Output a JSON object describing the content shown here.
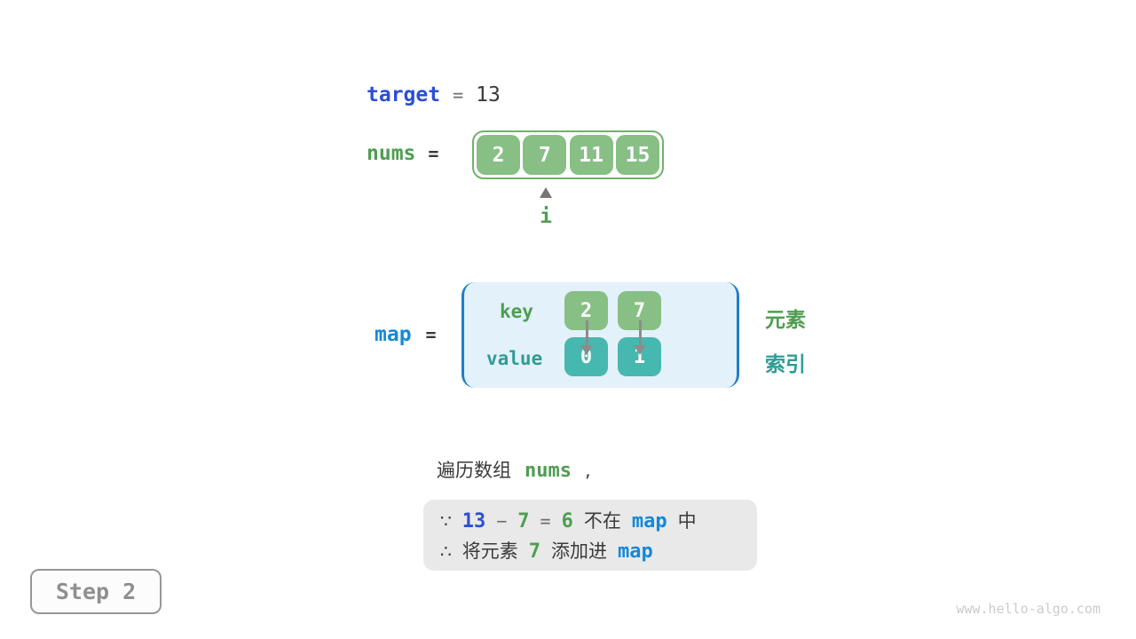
{
  "colors": {
    "target_blue": "#2b4fd4",
    "map_blue": "#1489d8",
    "green_text": "#4e9e50",
    "teal_text": "#2f9c95",
    "array_cell_green": "#87bf85",
    "array_border_green": "#72b06c",
    "value_cell_teal": "#47b8af",
    "map_panel_bg": "#e3f1fa",
    "map_bracket_blue": "#1d7fc9",
    "arrow_gray": "#8c8c8c",
    "text_dark": "#3a3a3a",
    "text_gray": "#6e6e6e",
    "reason_box_bg": "#e9e9e9",
    "step_gray": "#8f8f8f",
    "watermark_gray": "#cbcbcb"
  },
  "target_row": {
    "name": "target",
    "equals": "=",
    "value": "13"
  },
  "nums_row": {
    "name": "nums",
    "equals": "=",
    "cells": [
      "2",
      "7",
      "11",
      "15"
    ],
    "pointer_label": "i"
  },
  "map_row": {
    "name": "map",
    "equals": "=",
    "key_label": "key",
    "value_label": "value",
    "entries": [
      {
        "key": "2",
        "value": "0"
      },
      {
        "key": "7",
        "value": "1"
      }
    ],
    "element_label": "元素",
    "index_label": "索引"
  },
  "caption": {
    "text_before": "遍历数组",
    "code": "nums",
    "comma": ","
  },
  "reason": {
    "line1": {
      "because_symbol": "∵",
      "num_target": "13",
      "minus": "−",
      "num_element": "7",
      "equals": "=",
      "num_diff": "6",
      "text_not_in": "不在",
      "map": "map",
      "text_in": "中"
    },
    "line2": {
      "therefore_symbol": "∴",
      "text_prefix": "将元素",
      "num_element": "7",
      "text_suffix": "添加进",
      "map": "map"
    }
  },
  "step_box": {
    "label": "Step 2"
  },
  "watermark": "www.hello-algo.com"
}
